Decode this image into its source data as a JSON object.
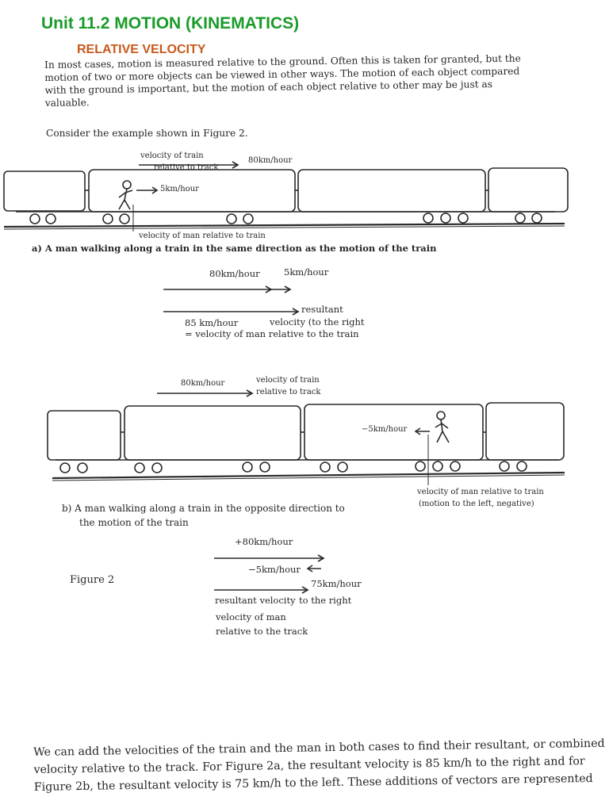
{
  "header": {
    "unit_title": "Unit 11.2 MOTION (KINEMATICS)",
    "section_title": "RELATIVE VELOCITY"
  },
  "intro": {
    "lines": [
      "In most cases, motion is measured relative to the ground. Often this is taken for granted, but the",
      "motion of two or more objects can be viewed in other ways. The motion of each object compared",
      "with the ground is important, but the motion of each object relative to other may be just as",
      "valuable."
    ],
    "consider": "Consider the example shown in Figure 2."
  },
  "figure_a": {
    "train_label_1": "velocity of train",
    "train_label_2": "relative to track",
    "train_speed": "80km/hour",
    "man_speed": "5km/hour",
    "man_label": "velocity of man relative to train",
    "caption": "a)  A man walking along a train in the same direction as the motion of the train",
    "vec_label_1": "80km/hour",
    "vec_label_2": "5km/hour",
    "resultant_label": "resultant",
    "resultant_speed": "85 km/hour",
    "resultant_desc": "velocity (to the right",
    "resultant_eq": "= velocity of man relative to the train"
  },
  "figure_b": {
    "train_speed": "80km/hour",
    "train_label_1": "velocity of train",
    "train_label_2": "relative to track",
    "man_speed": "−5km/hour",
    "man_label_1": "velocity of man relative to train",
    "man_label_2": "(motion to the left, negative)",
    "caption_1": "b)  A man walking along a train in the opposite direction to",
    "caption_2": "the motion of the train",
    "vec_label_1": "+80km/hour",
    "vec_label_2": "−5km/hour",
    "resultant_speed": "75km/hour",
    "resultant_label": "resultant velocity",
    "resultant_dir": "to the right",
    "man_rel_1": "velocity of man",
    "man_rel_2": "relative to the track"
  },
  "figure_label": "Figure 2",
  "closing": {
    "lines": [
      "We can add the velocities of the train and the man in both cases to find their resultant, or combined",
      "velocity relative to the track. For Figure 2a, the resultant velocity is 85 km/h to the right and for",
      "Figure 2b, the resultant velocity is 75 km/h to the left. These additions of vectors are represented"
    ]
  }
}
